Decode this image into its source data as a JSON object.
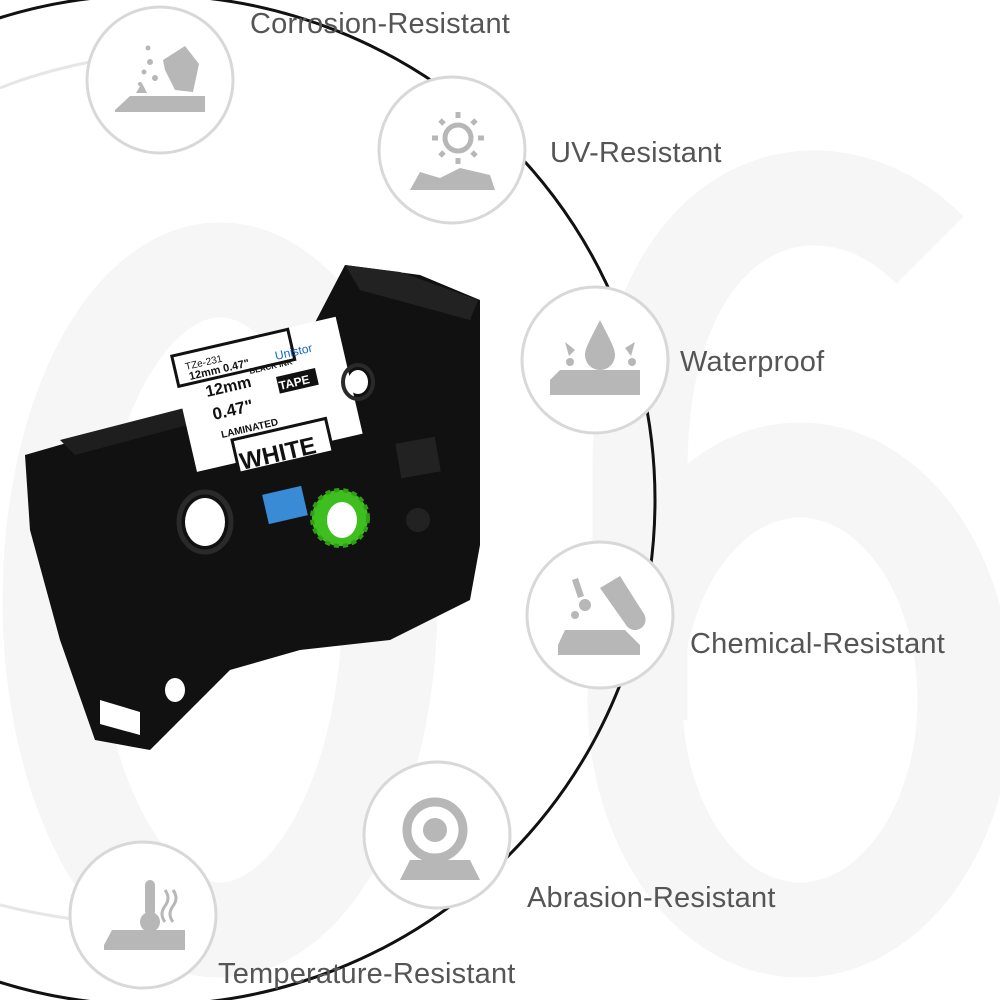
{
  "features": [
    {
      "id": "corrosion",
      "label": "Corrosion-Resistant",
      "icon": "corrosion-icon"
    },
    {
      "id": "uv",
      "label": "UV-Resistant",
      "icon": "sun-icon"
    },
    {
      "id": "water",
      "label": "Waterproof",
      "icon": "water-drop-icon"
    },
    {
      "id": "chemical",
      "label": "Chemical-Resistant",
      "icon": "test-tube-icon"
    },
    {
      "id": "abrasion",
      "label": "Abrasion-Resistant",
      "icon": "tape-roll-icon"
    },
    {
      "id": "temperature",
      "label": "Temperature-Resistant",
      "icon": "thermometer-icon"
    }
  ],
  "cartridge": {
    "brand": "Unistor",
    "type": "TAPE",
    "size_mm": "12mm",
    "size_in": "0.47\"",
    "laminated": "LAMINATED",
    "color": "WHITE",
    "model": "TZe-231",
    "spec_top": "12mm  0.47\"",
    "ink": "BLACK INK"
  },
  "colors": {
    "icon_gray": "#b7b7b7",
    "circle_border": "#d8d8d8",
    "label_text": "#555555",
    "ring": "#111111",
    "spool_green": "#3fbf1f"
  }
}
